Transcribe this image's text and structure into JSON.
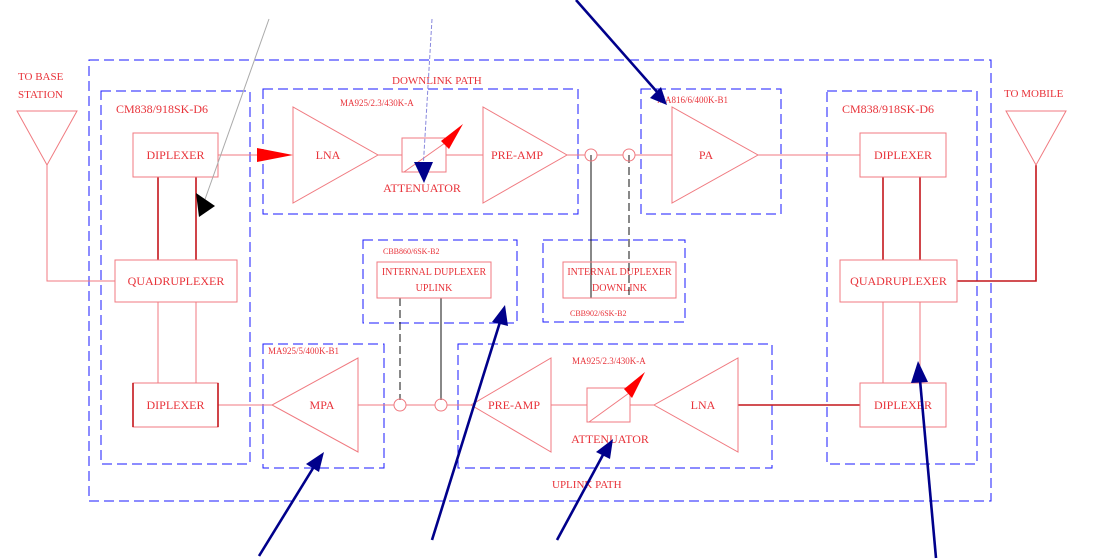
{
  "labels": {
    "to_base_station_line1": "TO BASE",
    "to_base_station_line2": "STATION",
    "to_mobile": "TO MOBILE",
    "downlink_path": "DOWNLINK PATH",
    "uplink_path": "UPLINK PATH",
    "cm_left": "CM838/918SK-D6",
    "cm_right": "CM838/918SK-D6",
    "ma_downlink": "MA925/2.3/430K-A",
    "ma_uplink": "MA925/2.3/430K-A",
    "ma_pa": "MA816/6/400K-B1",
    "ma_mpa": "MA925/5/400K-B1",
    "cbb_uplink": "CBB860/6SK-B2",
    "cbb_downlink": "CBB902/6SK-B2"
  },
  "blocks": {
    "diplexer_left_top": "DIPLEXER",
    "quadruplexer_left": "QUADRUPLEXER",
    "diplexer_left_bottom": "DIPLEXER",
    "lna_downlink": "LNA",
    "attenuator_downlink": "ATTENUATOR",
    "preamp_downlink": "PRE-AMP",
    "pa": "PA",
    "diplexer_right_top": "DIPLEXER",
    "quadruplexer_right": "QUADRUPLEXER",
    "diplexer_right_bottom": "DIPLEXER",
    "internal_duplexer_uplink_line1": "INTERNAL DUPLEXER",
    "internal_duplexer_uplink_line2": "UPLINK",
    "internal_duplexer_downlink_line1": "INTERNAL DUPLEXER",
    "internal_duplexer_downlink_line2": "DOWNLINK",
    "mpa": "MPA",
    "preamp_uplink": "PRE-AMP",
    "attenuator_uplink": "ATTENUATOR",
    "lna_uplink": "LNA"
  },
  "colors": {
    "component": "#f07a80",
    "component_text": "#e8333a",
    "connection": "#c4161c",
    "module_border": "#1a1aff",
    "pointer": "#00008b"
  }
}
